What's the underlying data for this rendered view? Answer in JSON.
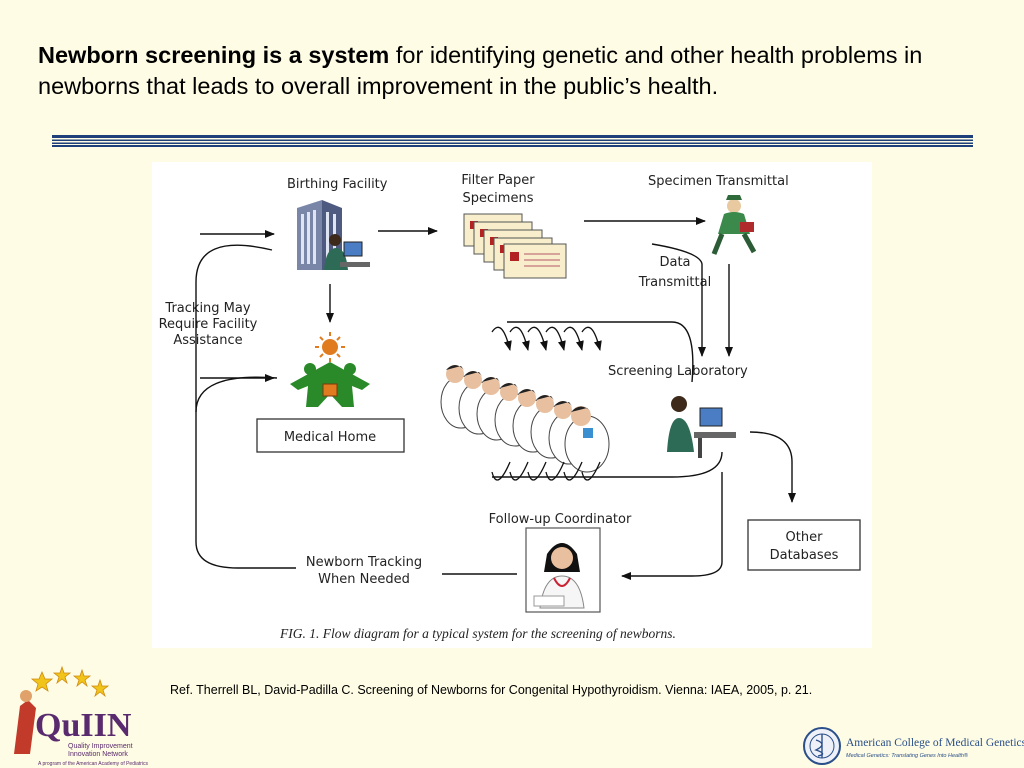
{
  "headline": {
    "bold": "Newborn screening is a system",
    "rest": " for identifying genetic and other health problems in newborns that leads to overall improvement in the public’s health."
  },
  "diagram": {
    "nodes": {
      "birthing_facility": "Birthing Facility",
      "filter_paper_1": "Filter Paper",
      "filter_paper_2": "Specimens",
      "specimen_transmittal": "Specimen Transmittal",
      "data_transmittal_1": "Data",
      "data_transmittal_2": "Transmittal",
      "screening_laboratory": "Screening Laboratory",
      "medical_home": "Medical Home",
      "other_databases_1": "Other",
      "other_databases_2": "Databases",
      "followup_coordinator": "Follow-up Coordinator",
      "tracking_assist_1": "Tracking May",
      "tracking_assist_2": "Require Facility",
      "tracking_assist_3": "Assistance",
      "newborn_tracking_1": "Newborn Tracking",
      "newborn_tracking_2": "When Needed"
    },
    "caption": "FIG. 1.  Flow diagram for a typical system for the screening  of newborns."
  },
  "reference": "Ref. Therrell BL, David-Padilla C. Screening of Newborns for Congenital Hypothyroidism. Vienna: IAEA, 2005, p. 21.",
  "logos": {
    "quiin_name": "QuIIN",
    "quiin_sub_1": "Quality Improvement",
    "quiin_sub_2": "Innovation Network",
    "quiin_tag": "A program of the American Academy of Pediatrics",
    "acmg_name": "American College of Medical Genetics",
    "acmg_tag": "Medical Genetics: Translating Genes Into Health®"
  },
  "colors": {
    "background": "#fefce4",
    "rule": "#1f3f7a",
    "logo_purple": "#5a2a6e",
    "acmg_blue": "#2a4f8a"
  }
}
